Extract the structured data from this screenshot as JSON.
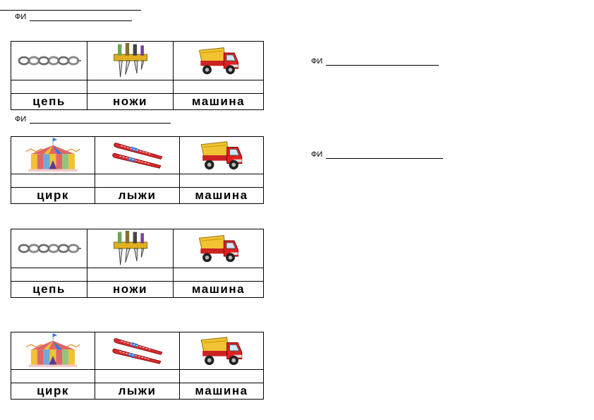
{
  "fi_label": "ФИ",
  "worksheets": [
    {
      "words": [
        "цепь",
        "ножи",
        "машина"
      ],
      "icons": [
        "chain-icon",
        "knives-icon",
        "dump-truck-icon"
      ]
    },
    {
      "words": [
        "цирк",
        "лыжи",
        "машина"
      ],
      "icons": [
        "circus-tent-icon",
        "skis-icon",
        "dump-truck-icon"
      ]
    },
    {
      "words": [
        "цепь",
        "ножи",
        "машина"
      ],
      "icons": [
        "chain-icon",
        "knives-icon",
        "dump-truck-icon"
      ]
    },
    {
      "words": [
        "цирк",
        "лыжи",
        "машина"
      ],
      "icons": [
        "circus-tent-icon",
        "skis-icon",
        "dump-truck-icon"
      ]
    }
  ]
}
